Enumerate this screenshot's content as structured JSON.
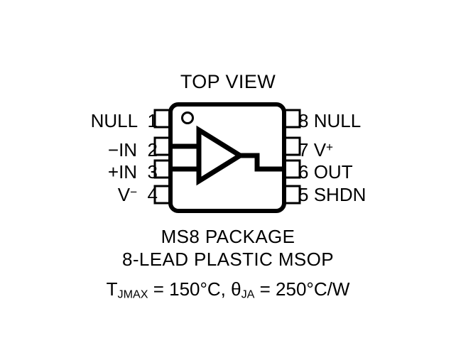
{
  "diagram": {
    "top_view_label": "TOP VIEW",
    "package_name": "MS8 PACKAGE",
    "package_description": "8-LEAD PLASTIC MSOP",
    "pin1_marker": "pin-one-dot",
    "amplifier_symbol": "op-amp-triangle"
  },
  "thermal": {
    "tjmax_symbol": "T",
    "tjmax_subscript": "JMAX",
    "tjmax_value": " = 150°C, ",
    "theta_symbol": "θ",
    "theta_subscript": "JA",
    "theta_value": " = 250°C/W"
  },
  "pins": {
    "left": [
      {
        "number": "1",
        "name": "NULL",
        "name_sup": ""
      },
      {
        "number": "2",
        "name": "−IN",
        "name_sup": ""
      },
      {
        "number": "3",
        "name": "+IN",
        "name_sup": ""
      },
      {
        "number": "4",
        "name": "V",
        "name_sup": "−"
      }
    ],
    "right": [
      {
        "number": "8",
        "name": "NULL",
        "name_sup": ""
      },
      {
        "number": "7",
        "name": "V",
        "name_sup": "+"
      },
      {
        "number": "6",
        "name": "OUT",
        "name_sup": ""
      },
      {
        "number": "5",
        "name": "SHDN",
        "name_sup": ""
      }
    ]
  },
  "colors": {
    "ink": "#000000",
    "background": "#ffffff"
  }
}
